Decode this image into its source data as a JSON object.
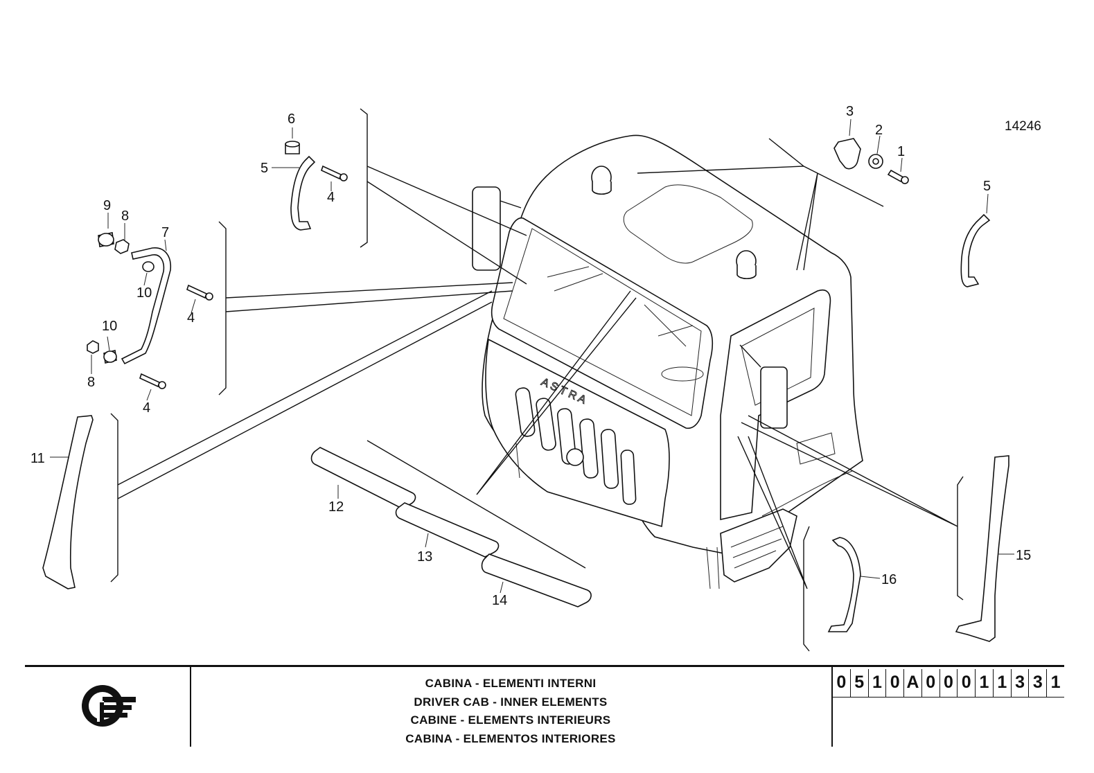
{
  "reference_number": "14246",
  "callouts": {
    "c1": "1",
    "c2": "2",
    "c3": "3",
    "c4a": "4",
    "c4b": "4",
    "c4c": "4",
    "c5a": "5",
    "c5b": "5",
    "c6": "6",
    "c7": "7",
    "c8a": "8",
    "c8b": "8",
    "c9": "9",
    "c10a": "10",
    "c10b": "10",
    "c11": "11",
    "c12": "12",
    "c13": "13",
    "c14": "14",
    "c15": "15",
    "c16": "16"
  },
  "title_block": {
    "lines": [
      "CABINA - ELEMENTI INTERNI",
      "DRIVER CAB - INNER ELEMENTS",
      "CABINE - ELEMENTS INTERIEURS",
      "CABINA - ELEMENTOS INTERIORES"
    ],
    "code_chars": [
      "0",
      "5",
      "1",
      "0",
      "A",
      "0",
      "0",
      "0",
      "1",
      "1",
      "3",
      "3",
      "1"
    ]
  },
  "logo": {
    "name": "company-logo",
    "lettering": ""
  }
}
